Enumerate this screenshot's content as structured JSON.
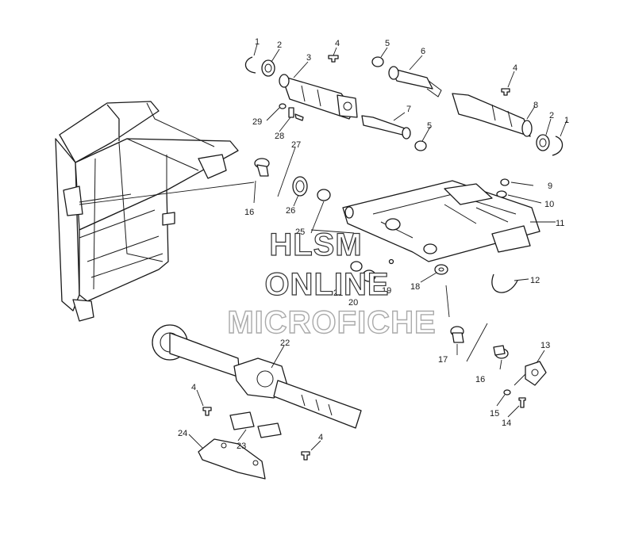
{
  "watermark": {
    "line1": "HLSM",
    "line2": "ONLINE",
    "line3": "MICROFICHE"
  },
  "callouts": [
    {
      "id": "c1a",
      "label": "1"
    },
    {
      "id": "c2a",
      "label": "2"
    },
    {
      "id": "c3",
      "label": "3"
    },
    {
      "id": "c4a",
      "label": "4"
    },
    {
      "id": "c5a",
      "label": "5"
    },
    {
      "id": "c6",
      "label": "6"
    },
    {
      "id": "c4b",
      "label": "4"
    },
    {
      "id": "c7",
      "label": "7"
    },
    {
      "id": "c8",
      "label": "8"
    },
    {
      "id": "c2b",
      "label": "2"
    },
    {
      "id": "c1b",
      "label": "1"
    },
    {
      "id": "c29",
      "label": "29"
    },
    {
      "id": "c28",
      "label": "28"
    },
    {
      "id": "c27",
      "label": "27"
    },
    {
      "id": "c5b",
      "label": "5"
    },
    {
      "id": "c9",
      "label": "9"
    },
    {
      "id": "c10",
      "label": "10"
    },
    {
      "id": "c11",
      "label": "11"
    },
    {
      "id": "c16a",
      "label": "16"
    },
    {
      "id": "c26",
      "label": "26"
    },
    {
      "id": "c25",
      "label": "25"
    },
    {
      "id": "c12",
      "label": "12"
    },
    {
      "id": "c18",
      "label": "18"
    },
    {
      "id": "c19",
      "label": "19"
    },
    {
      "id": "c20",
      "label": "20"
    },
    {
      "id": "c21",
      "label": "21"
    },
    {
      "id": "c22",
      "label": "22"
    },
    {
      "id": "c17",
      "label": "17"
    },
    {
      "id": "c16b",
      "label": "16"
    },
    {
      "id": "c13",
      "label": "13"
    },
    {
      "id": "c15",
      "label": "15"
    },
    {
      "id": "c14",
      "label": "14"
    },
    {
      "id": "c4c",
      "label": "4"
    },
    {
      "id": "c23",
      "label": "23"
    },
    {
      "id": "c24",
      "label": "24"
    },
    {
      "id": "c4d",
      "label": "4"
    }
  ]
}
